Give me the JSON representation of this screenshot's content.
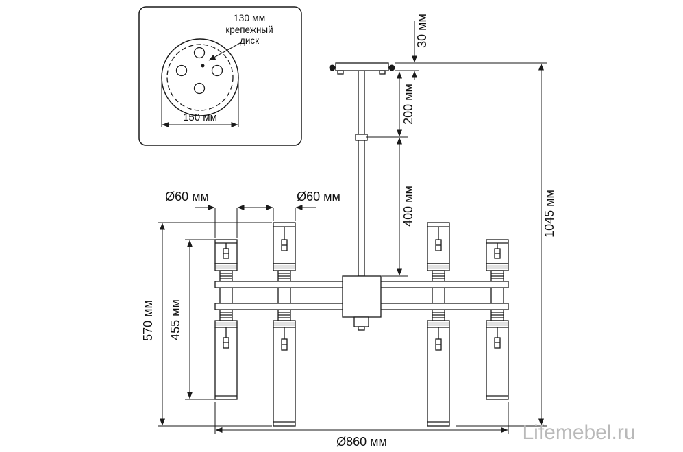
{
  "watermark": "Lifemebel.ru",
  "inset": {
    "diameter_label": "130 мм",
    "part_label_line1": "крепежный",
    "part_label_line2": "диск",
    "width_label": "150 мм"
  },
  "dimensions": {
    "canopy_height": "30 мм",
    "rod_upper": "200 мм",
    "rod_lower": "400 мм",
    "total_height": "1045 мм",
    "tube_diameter_left": "Ø60 мм",
    "tube_diameter_right": "Ø60 мм",
    "tall_tube_height": "570 мм",
    "short_tube_height": "455 мм",
    "total_diameter": "Ø860 мм"
  }
}
